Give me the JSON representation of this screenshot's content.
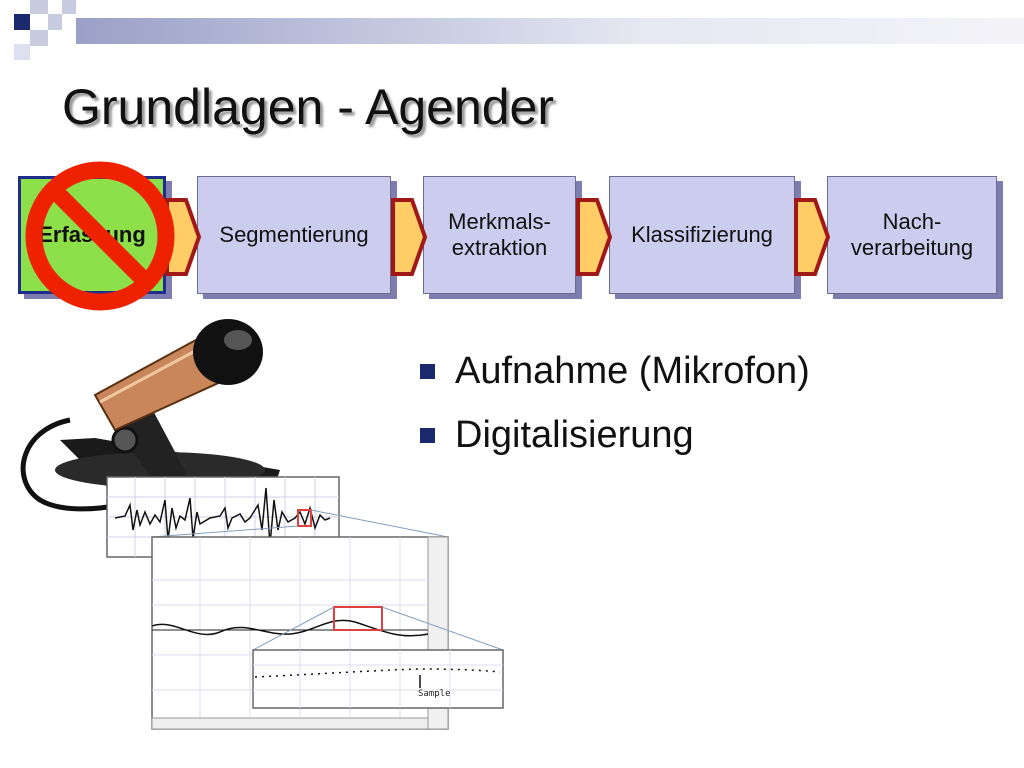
{
  "title": "Grundlagen - Agender",
  "pipeline": {
    "stages": [
      {
        "label": "Erfassung"
      },
      {
        "label": "Segmentierung"
      },
      {
        "label": "Merkmals-\nextraktion"
      },
      {
        "label": "Klassifizierung"
      },
      {
        "label": "Nach-\nverarbeitung"
      }
    ]
  },
  "bullets": [
    {
      "text": "Aufnahme (Mikrofon)"
    },
    {
      "text": "Digitalisierung"
    }
  ],
  "illustration": {
    "sample_label": "Sample"
  },
  "colors": {
    "stage_fill": "#ccccee",
    "active_stage_fill": "#8ee04a",
    "arrow_fill": "#ffcc66",
    "arrow_stroke": "#a01818",
    "prohibition": "#ee2200",
    "bullet": "#1a2a6c"
  },
  "icons": [
    "prohibition-sign-icon",
    "microphone-icon",
    "arrow-right-icon"
  ]
}
